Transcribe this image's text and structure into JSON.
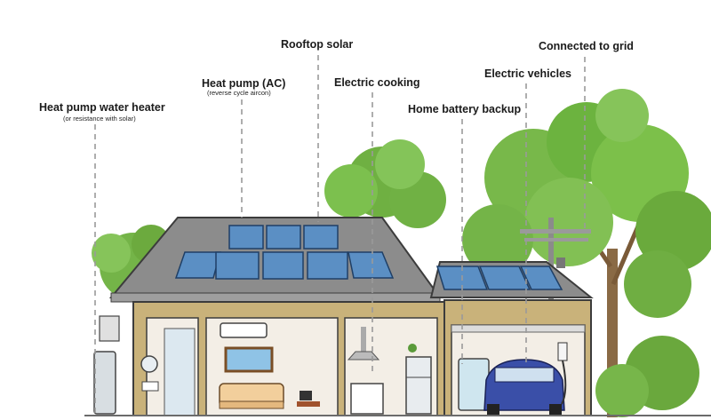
{
  "labels": {
    "water_heater": {
      "title": "Heat pump water heater",
      "note": "(or resistance with solar)"
    },
    "heat_pump_ac": {
      "title": "Heat pump (AC)",
      "note": "(reverse cycle aircon)"
    },
    "rooftop_solar": {
      "title": "Rooftop solar"
    },
    "electric_cooking": {
      "title": "Electric cooking"
    },
    "home_battery": {
      "title": "Home battery backup"
    },
    "electric_vehicles": {
      "title": "Electric vehicles"
    },
    "grid": {
      "title": "Connected to grid"
    }
  },
  "colors": {
    "label_text": "#1b1b1b",
    "leader_line": "#9a9a9a",
    "roof": "#8c8c8c",
    "wall": "#c9b27a",
    "interior": "#f3eee6",
    "solar_panel": "#5b8fc4",
    "tree_green": "#6cb33f",
    "car": "#3a4fa8",
    "battery": "#cfe6ef"
  },
  "icons": [
    "solar-panel-icon",
    "tree-icon",
    "car-icon",
    "battery-icon",
    "utility-pole-icon",
    "sofa-icon",
    "range-hood-icon",
    "fridge-icon",
    "aircon-unit-icon",
    "water-heater-icon",
    "ev-charger-icon"
  ]
}
